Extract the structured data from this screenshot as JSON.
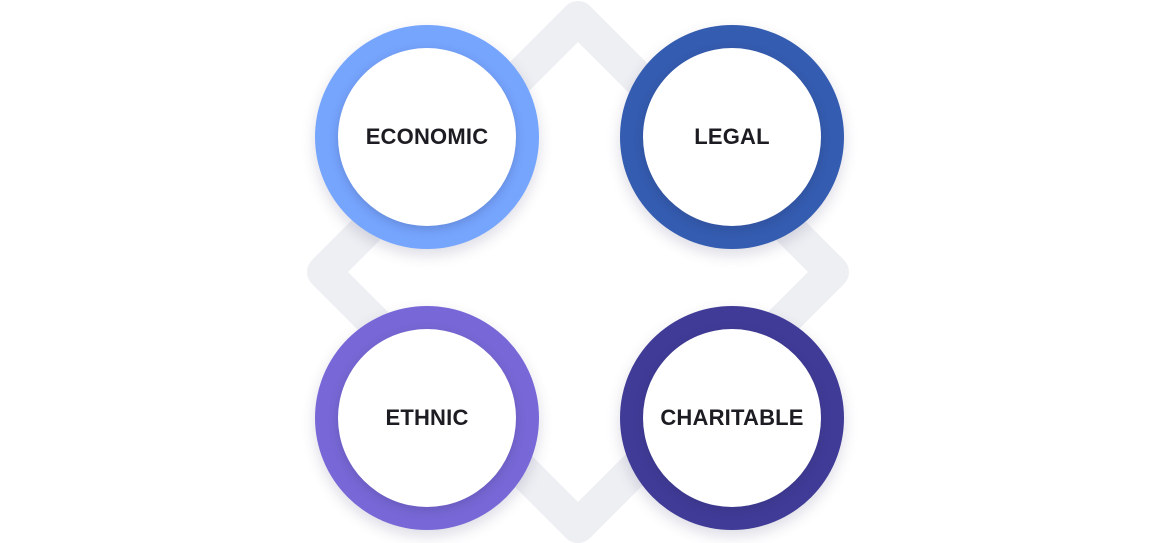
{
  "diagram": {
    "nodes": [
      {
        "label": "ECONOMIC",
        "color": "#76A5FE"
      },
      {
        "label": "LEGAL",
        "color": "#345CB0"
      },
      {
        "label": "ETHNIC",
        "color": "#7868D7"
      },
      {
        "label": "CHARITABLE",
        "color": "#403B97"
      }
    ],
    "background_shape_color": "#EEEFF3"
  }
}
